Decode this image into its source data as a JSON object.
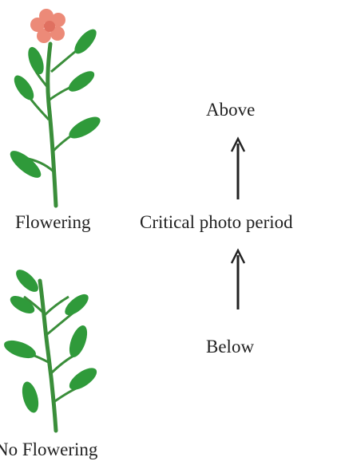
{
  "labels": {
    "above": "Above",
    "critical": "Critical photo period",
    "below": "Below",
    "flowering": "Flowering",
    "no_flowering": "No Flowering"
  },
  "colors": {
    "stem": "#3a8e3a",
    "leaf": "#2f9a3a",
    "leaf_dark": "#1f7a2a",
    "flower": "#ec8a78",
    "flower_center": "#e07060",
    "arrow": "#222222"
  }
}
